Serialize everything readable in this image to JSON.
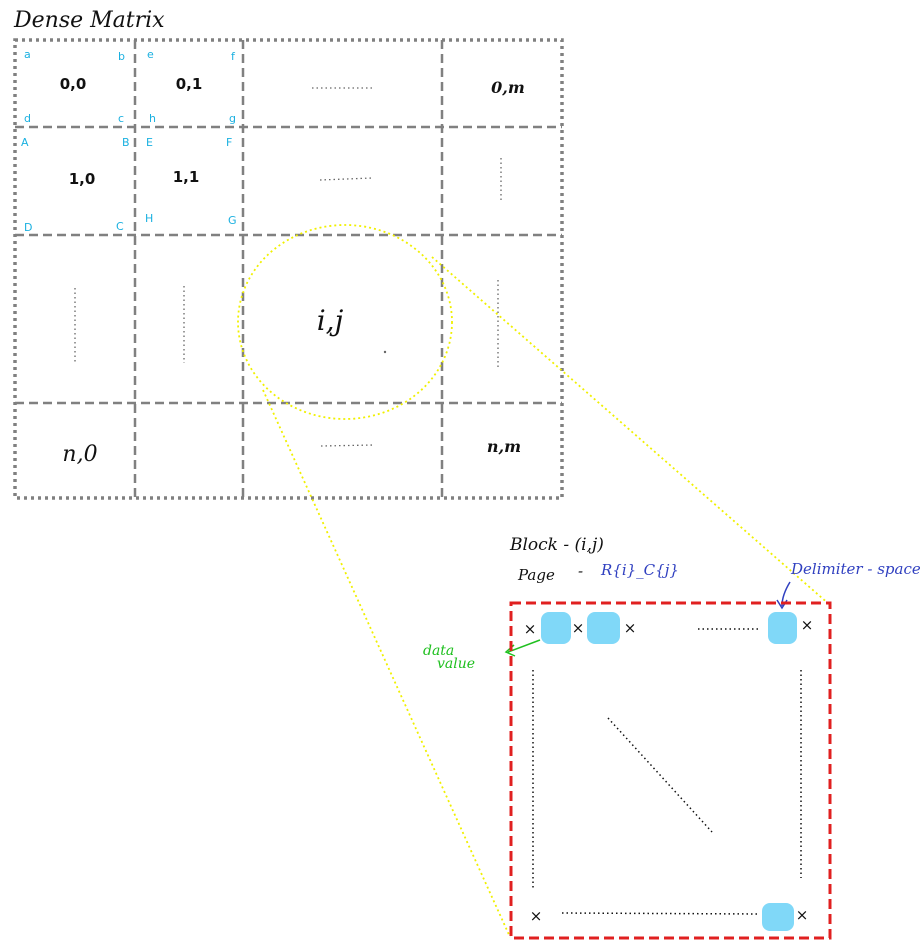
{
  "title": "Dense Matrix",
  "cells": {
    "c00": "0,0",
    "c01": "0,1",
    "c0m": "0,m",
    "c10": "1,0",
    "c11": "1,1",
    "cij": "i,j",
    "cn0": "n,0",
    "cnm": "n,m",
    "dots": "........"
  },
  "corners": {
    "a": "a",
    "b": "b",
    "c": "c",
    "d": "d",
    "e": "e",
    "f": "f",
    "g": "g",
    "h": "h",
    "A": "A",
    "B": "B",
    "C": "C",
    "D": "D",
    "E": "E",
    "F": "F",
    "G": "G",
    "H": "H"
  },
  "block": {
    "block_label": "Block - (i,j)",
    "page_label": "Page",
    "page_dash": "-",
    "page_value": "R{i}_C{j}",
    "delimiter_label": "Delimiter - space",
    "data_value_line1": "data",
    "data_value_line2": "value",
    "x_mark": "×"
  },
  "colors": {
    "grid": "#808080",
    "corner_labels": "#1ab0e0",
    "zoom_lines": "#f0f000",
    "block_border": "#e02020",
    "delimiter_fill": "#80d8f8",
    "page_value": "#3040c0",
    "data_value": "#20c020"
  }
}
